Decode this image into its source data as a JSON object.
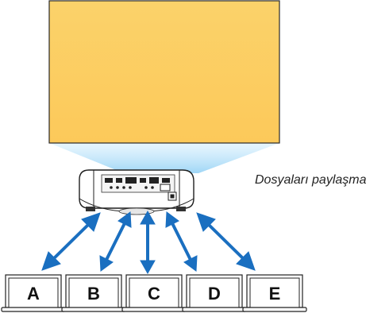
{
  "caption": "Dosyaları paylaşma",
  "colors": {
    "screen": "#fbd266",
    "screen_border": "#2a2a2a",
    "beam": "#bfe6fb",
    "arrow": "#1a6fc0",
    "projector_body": "#ffffff",
    "outline": "#1f1f1f"
  },
  "laptops": [
    {
      "label": "A"
    },
    {
      "label": "B"
    },
    {
      "label": "C"
    },
    {
      "label": "D"
    },
    {
      "label": "E"
    }
  ]
}
